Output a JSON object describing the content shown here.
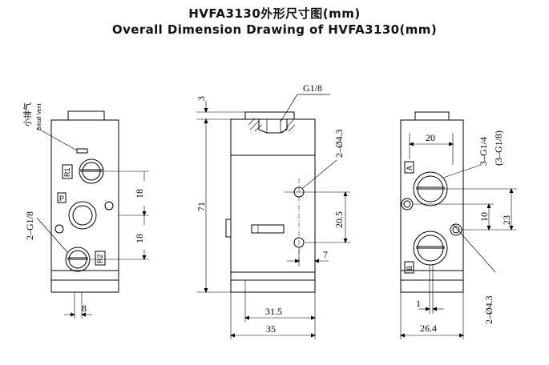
{
  "title": {
    "chinese": "HVFA3130外形尺寸图(mm)",
    "english": "Overall Dimension Drawing of HVFA3130(mm)"
  },
  "front_view": {
    "vent_label_cn": "小排气",
    "vent_label_en": "Small Vent",
    "port_r1": "R1",
    "port_p": "P",
    "port_r2": "R2",
    "thread_label": "2–G1/8",
    "dim_18_upper": "18",
    "dim_18_lower": "18",
    "dim_8": "8"
  },
  "side_view": {
    "thread_label": "G1/8",
    "dim_3": "3",
    "dim_71": "71",
    "hole_label": "2–Ø4.3",
    "dim_20_5": "20.5",
    "dim_7": "7",
    "dim_31_5": "31.5",
    "dim_35": "35"
  },
  "rear_view": {
    "port_a": "A",
    "port_b": "B",
    "dim_20": "20",
    "thread_label_1": "3–G1/4",
    "thread_label_2": "(3–G1/8)",
    "dim_10": "10",
    "dim_23": "23",
    "dim_1": "1",
    "hole_label": "2–Ø4.3",
    "dim_26_4": "26.4"
  }
}
